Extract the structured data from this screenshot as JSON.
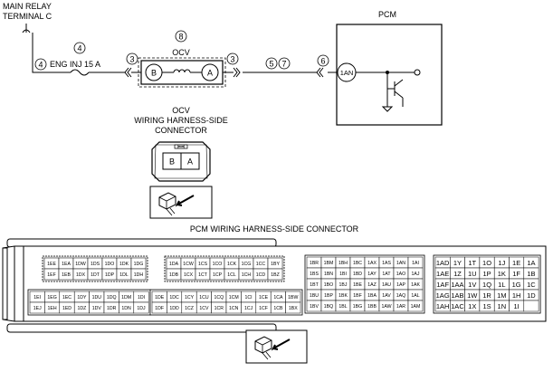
{
  "schematic": {
    "main_relay_line1": "MAIN RELAY",
    "main_relay_line2": "TERMINAL C",
    "fuse_label": "ENG INJ 15 A",
    "fuse_callout": "4",
    "fuse_wire_callout": "4",
    "ocv_label": "OCV",
    "ocv_callout": "8",
    "ocv_left_callout": "3",
    "ocv_right_callout": "3",
    "ocv_pin_b": "B",
    "ocv_pin_a": "A",
    "wire_callout_a": "5",
    "wire_callout_b": "7",
    "pcm_conn_callout": "6",
    "pcm_label": "PCM",
    "pcm_pin": "1AN"
  },
  "ocv_connector": {
    "title_line1": "OCV",
    "title_line2": "WIRING HARNESS-SIDE",
    "title_line3": "CONNECTOR",
    "pin_b": "B",
    "pin_a": "A"
  },
  "pcm_connector": {
    "title": "PCM WIRING HARNESS-SIDE CONNECTOR",
    "block1_top": [
      [
        "1EE",
        "1EA",
        "1DW",
        "1DS",
        "1DO",
        "1DK",
        "1DG"
      ],
      [
        "1EF",
        "1EB",
        "1DX",
        "1DT",
        "1DP",
        "1DL",
        "1DH"
      ]
    ],
    "block1_bottom": [
      [
        "1EI",
        "1EG",
        "1EC",
        "1DY",
        "1DU",
        "1DQ",
        "1DM",
        "1DI"
      ],
      [
        "1EJ",
        "1EH",
        "1ED",
        "1DZ",
        "1DV",
        "1DR",
        "1DN",
        "1DJ"
      ]
    ],
    "block2_top": [
      [
        "1DA",
        "1CW",
        "1CS",
        "1CO",
        "1CK",
        "1CG",
        "1CC",
        "1BY"
      ],
      [
        "1DB",
        "1CX",
        "1CT",
        "1CP",
        "1CL",
        "1CH",
        "1CD",
        "1BZ"
      ]
    ],
    "block2_bottom": [
      [
        "1DE",
        "1DC",
        "1CY",
        "1CU",
        "1CQ",
        "1CM",
        "1CI",
        "1CE",
        "1CA",
        "1BW"
      ],
      [
        "1DF",
        "1DD",
        "1CZ",
        "1CV",
        "1CR",
        "1CN",
        "1CJ",
        "1CF",
        "1CB",
        "1BX"
      ]
    ],
    "block3": [
      [
        "1BR",
        "1BM",
        "1BH",
        "1BC",
        "1AX",
        "1AS",
        "1AN",
        "1AI"
      ],
      [
        "1BS",
        "1BN",
        "1BI",
        "1BD",
        "1AY",
        "1AT",
        "1AO",
        "1AJ"
      ],
      [
        "1BT",
        "1BO",
        "1BJ",
        "1BE",
        "1AZ",
        "1AU",
        "1AP",
        "1AK"
      ],
      [
        "1BU",
        "1BP",
        "1BK",
        "1BF",
        "1BA",
        "1AV",
        "1AQ",
        "1AL"
      ],
      [
        "1BV",
        "1BQ",
        "1BL",
        "1BG",
        "1BB",
        "1AW",
        "1AR",
        "1AM"
      ]
    ],
    "block4": [
      [
        "1AD",
        "1Y",
        "1T",
        "1O",
        "1J",
        "1E",
        "1A"
      ],
      [
        "1AE",
        "1Z",
        "1U",
        "1P",
        "1K",
        "1F",
        "1B"
      ],
      [
        "1AF",
        "1AA",
        "1V",
        "1Q",
        "1L",
        "1G",
        "1C"
      ],
      [
        "1AG",
        "1AB",
        "1W",
        "1R",
        "1M",
        "1H",
        "1D"
      ],
      [
        "1AH",
        "1AC",
        "1X",
        "1S",
        "1N",
        "1I",
        ""
      ]
    ]
  }
}
